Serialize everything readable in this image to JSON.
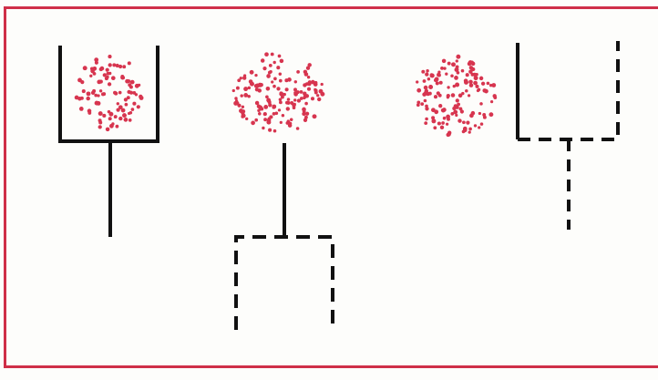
{
  "colors": {
    "frame": "#cf2f48",
    "particles": "#d7354f",
    "stroke": "#111111",
    "background": "#fdfdfb"
  },
  "panels": [
    {
      "name": "particles-in-solid-cup",
      "container": "cup-up",
      "line": "solid",
      "particles": "inside-cup"
    },
    {
      "name": "particles-above-dashed-cup",
      "container": "cup-down",
      "line": "dashed",
      "particles": "floating"
    },
    {
      "name": "particles-beside-dashed-cup",
      "container": "cup-up",
      "line": "dashed",
      "particles": "outside-left"
    }
  ]
}
